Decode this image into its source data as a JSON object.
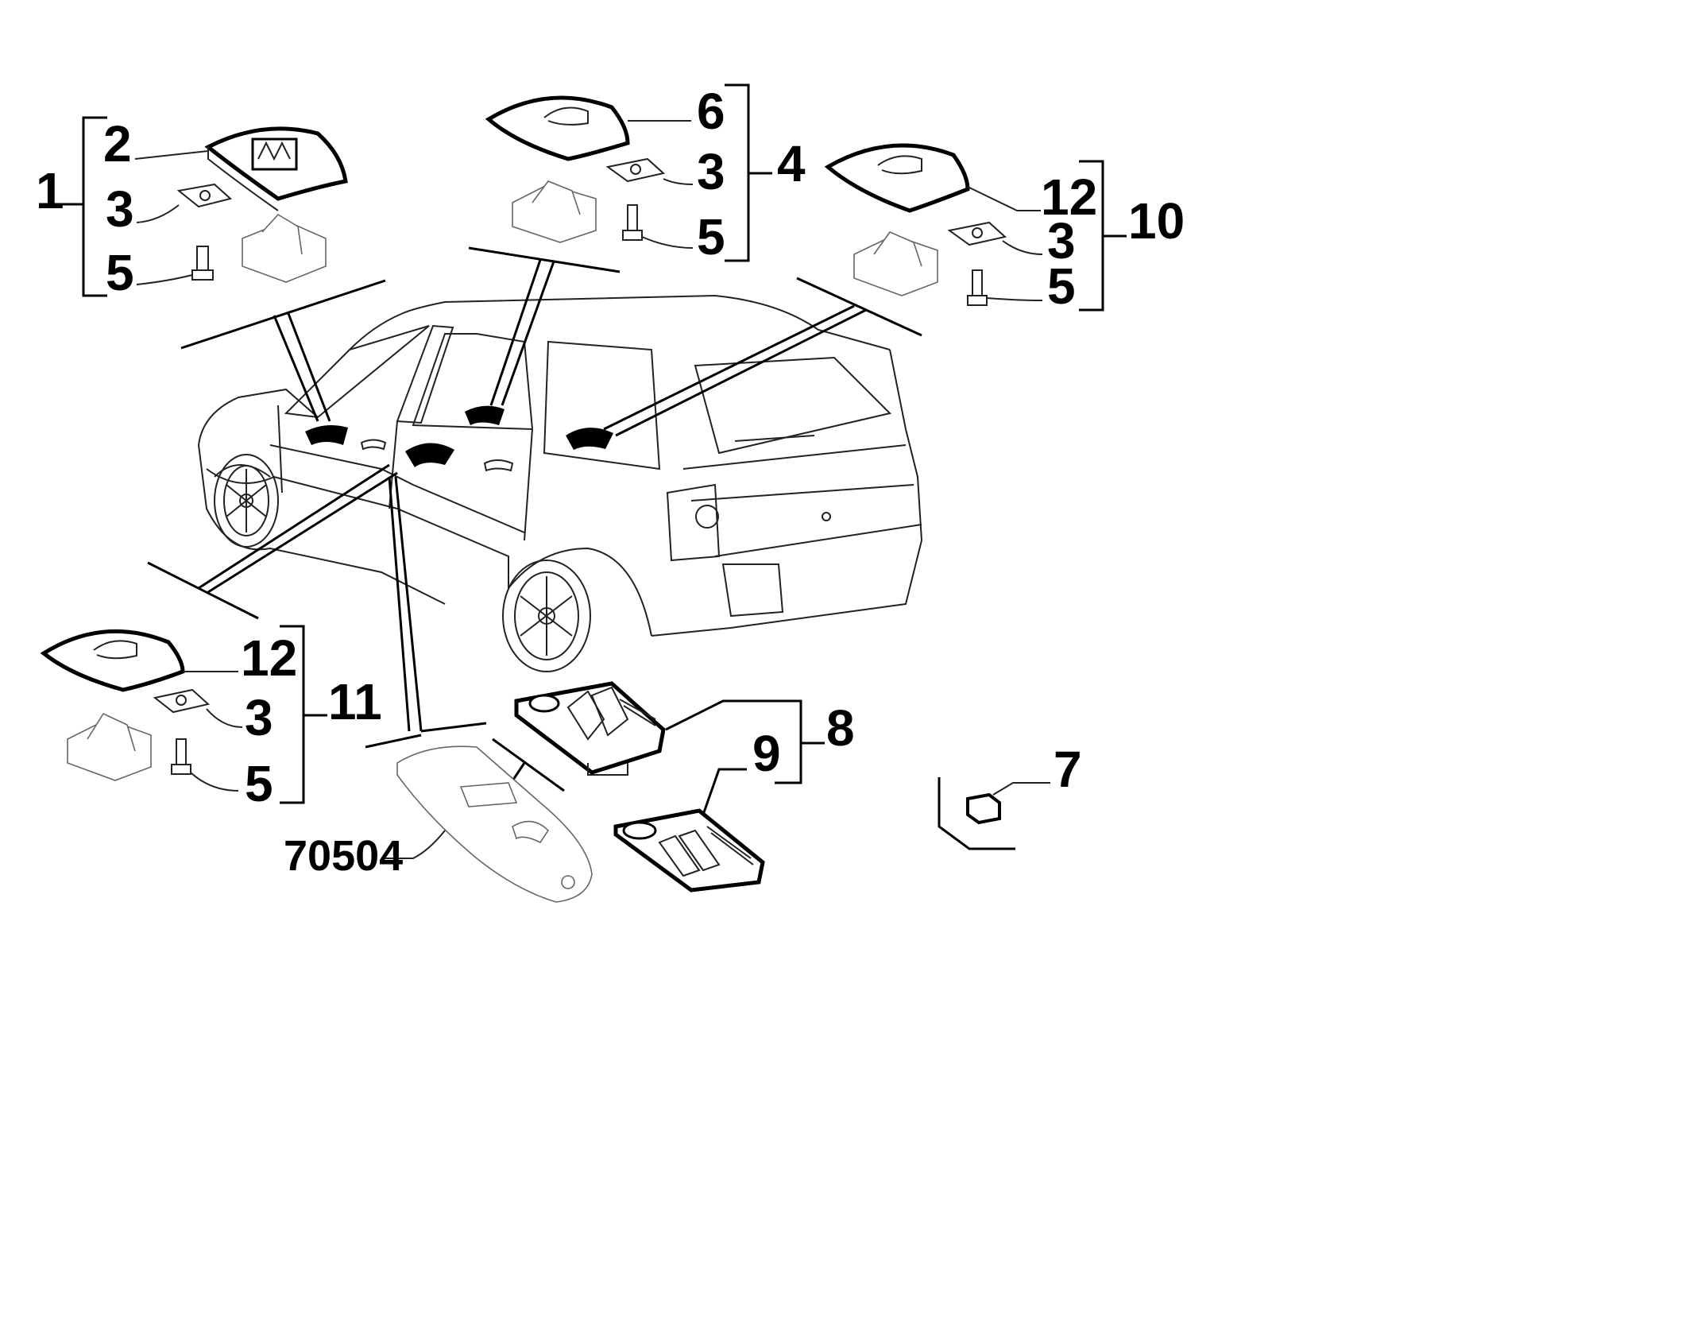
{
  "callouts": {
    "n1": "1",
    "n2": "2",
    "n3a": "3",
    "n5a": "5",
    "n6": "6",
    "n3b": "3",
    "n4": "4",
    "n5b": "5",
    "n12a": "12",
    "n10": "10",
    "n3c": "3",
    "n5c": "5",
    "n12b": "12",
    "n11": "11",
    "n3d": "3",
    "n5d": "5",
    "n8": "8",
    "n9": "9",
    "n7": "7",
    "n70504": "70504"
  },
  "colors": {
    "line": "#000000",
    "pad": "#000000",
    "ghost": "#666666"
  }
}
